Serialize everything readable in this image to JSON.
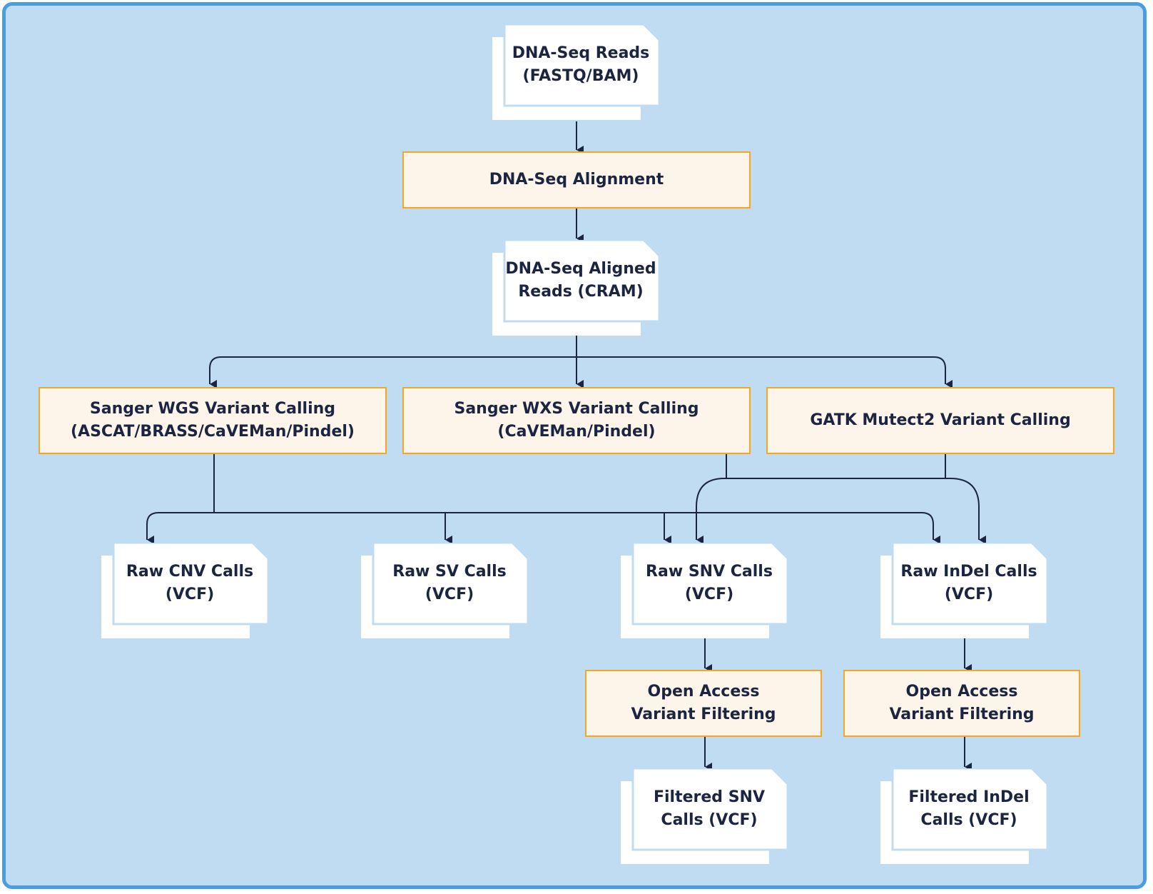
{
  "colors": {
    "background": "#c0dcf2",
    "frame_border": "#4a9ede",
    "process_fill": "#fef5ea",
    "process_border": "#f5a623",
    "document_fill": "#ffffff",
    "connector": "#1b2440",
    "text": "#1b2440"
  },
  "nodes": {
    "dnaseq_reads": {
      "type": "document",
      "lines": [
        "DNA-Seq Reads",
        "(FASTQ/BAM)"
      ]
    },
    "dnaseq_alignment": {
      "type": "process",
      "lines": [
        "DNA-Seq Alignment"
      ]
    },
    "aligned_reads": {
      "type": "document",
      "lines": [
        "DNA-Seq Aligned",
        "Reads (CRAM)"
      ]
    },
    "sanger_wgs": {
      "type": "process",
      "lines": [
        "Sanger WGS Variant Calling",
        "(ASCAT/BRASS/CaVEMan/Pindel)"
      ]
    },
    "sanger_wxs": {
      "type": "process",
      "lines": [
        "Sanger WXS Variant Calling",
        "(CaVEMan/Pindel)"
      ]
    },
    "gatk_mutect2": {
      "type": "process",
      "lines": [
        "GATK Mutect2 Variant Calling"
      ]
    },
    "raw_cnv": {
      "type": "document",
      "lines": [
        "Raw CNV Calls",
        "(VCF)"
      ]
    },
    "raw_sv": {
      "type": "document",
      "lines": [
        "Raw SV Calls",
        "(VCF)"
      ]
    },
    "raw_snv": {
      "type": "document",
      "lines": [
        "Raw SNV Calls",
        "(VCF)"
      ]
    },
    "raw_indel": {
      "type": "document",
      "lines": [
        "Raw InDel Calls",
        "(VCF)"
      ]
    },
    "filter_snv": {
      "type": "process",
      "lines": [
        "Open Access",
        "Variant Filtering"
      ]
    },
    "filter_indel": {
      "type": "process",
      "lines": [
        "Open Access",
        "Variant Filtering"
      ]
    },
    "filtered_snv": {
      "type": "document",
      "lines": [
        "Filtered SNV",
        "Calls (VCF)"
      ]
    },
    "filtered_indel": {
      "type": "document",
      "lines": [
        "Filtered InDel",
        "Calls (VCF)"
      ]
    }
  },
  "edges": [
    {
      "from": "dnaseq_reads",
      "to": "dnaseq_alignment"
    },
    {
      "from": "dnaseq_alignment",
      "to": "aligned_reads"
    },
    {
      "from": "aligned_reads",
      "to": "sanger_wgs"
    },
    {
      "from": "aligned_reads",
      "to": "sanger_wxs"
    },
    {
      "from": "aligned_reads",
      "to": "gatk_mutect2"
    },
    {
      "from": "sanger_wgs",
      "to": "raw_cnv"
    },
    {
      "from": "sanger_wgs",
      "to": "raw_sv"
    },
    {
      "from": "sanger_wgs",
      "to": "raw_snv"
    },
    {
      "from": "sanger_wgs",
      "to": "raw_indel"
    },
    {
      "from": "sanger_wxs",
      "to": "raw_snv"
    },
    {
      "from": "sanger_wxs",
      "to": "raw_indel"
    },
    {
      "from": "gatk_mutect2",
      "to": "raw_snv"
    },
    {
      "from": "gatk_mutect2",
      "to": "raw_indel"
    },
    {
      "from": "raw_snv",
      "to": "filter_snv"
    },
    {
      "from": "raw_indel",
      "to": "filter_indel"
    },
    {
      "from": "filter_snv",
      "to": "filtered_snv"
    },
    {
      "from": "filter_indel",
      "to": "filtered_indel"
    }
  ]
}
